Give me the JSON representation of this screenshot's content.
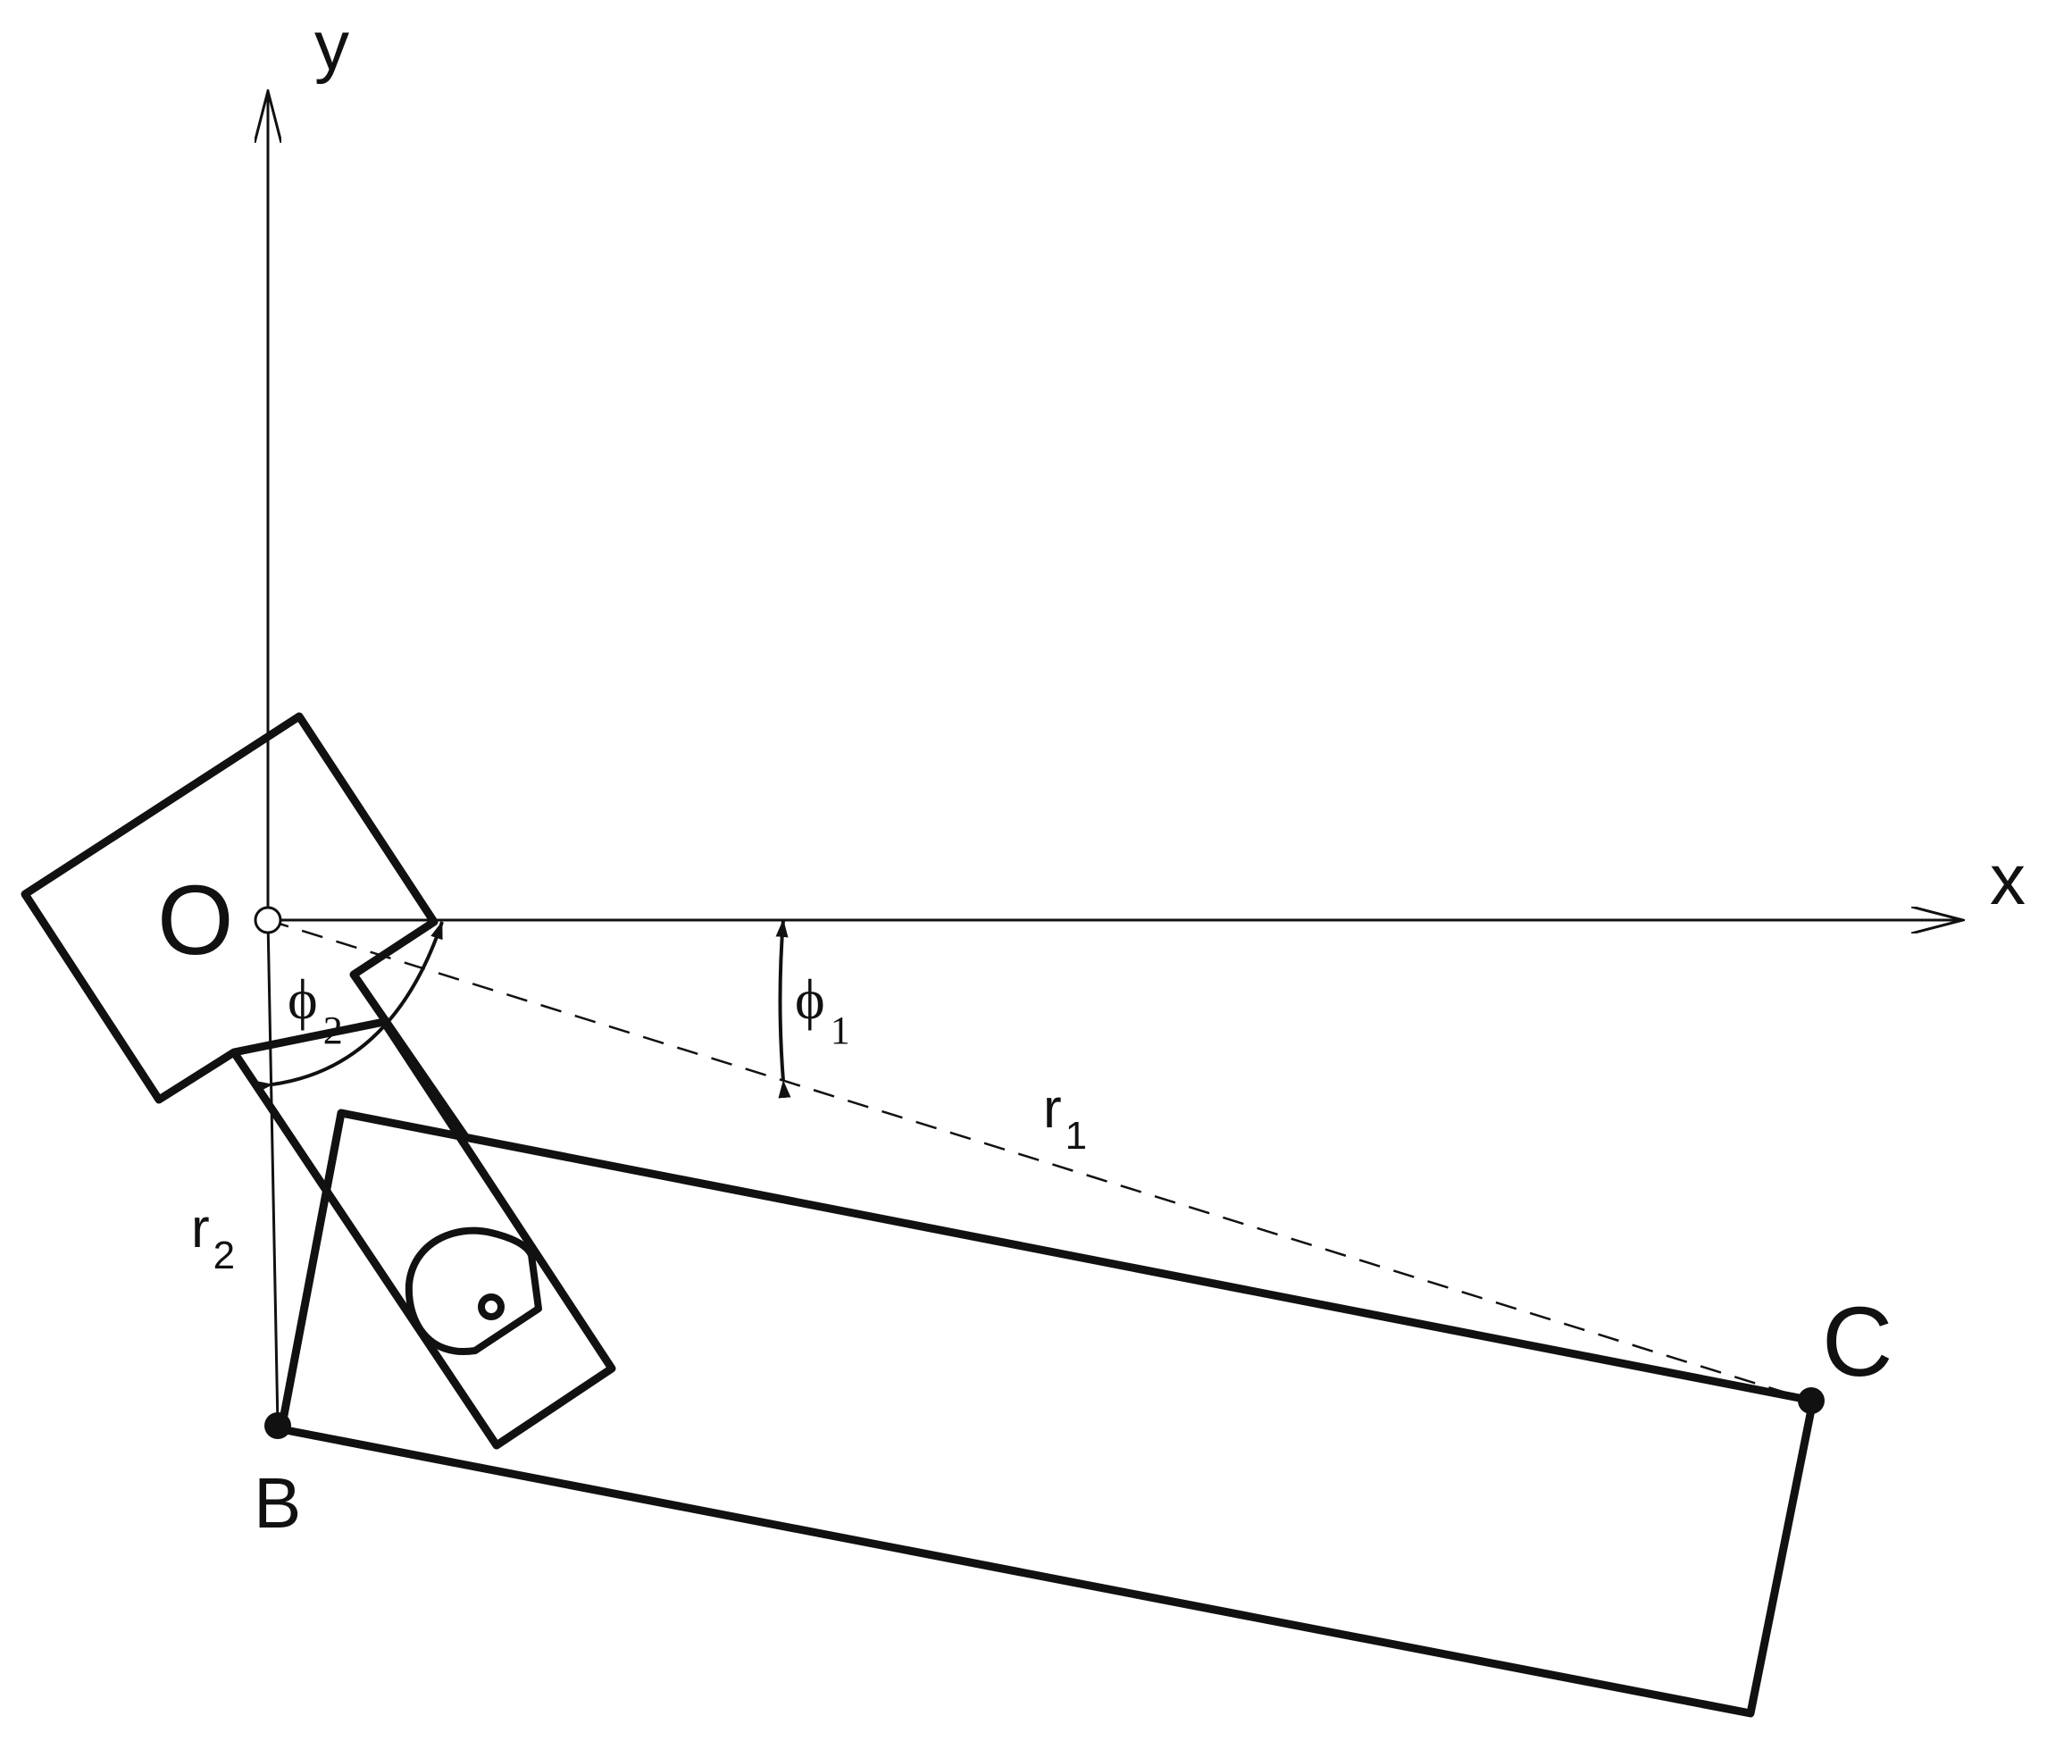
{
  "axes": {
    "x_label": "x",
    "y_label": "y"
  },
  "points": {
    "origin": "O",
    "b": "B",
    "c": "C"
  },
  "angles": {
    "phi1": {
      "symbol": "ϕ",
      "sub": "1"
    },
    "phi2": {
      "symbol": "ϕ",
      "sub": "2"
    }
  },
  "radii": {
    "r1": {
      "symbol": "r",
      "sub": "1"
    },
    "r2": {
      "symbol": "r",
      "sub": "2"
    }
  },
  "colors": {
    "ink": "#111111",
    "background": "#ffffff"
  }
}
